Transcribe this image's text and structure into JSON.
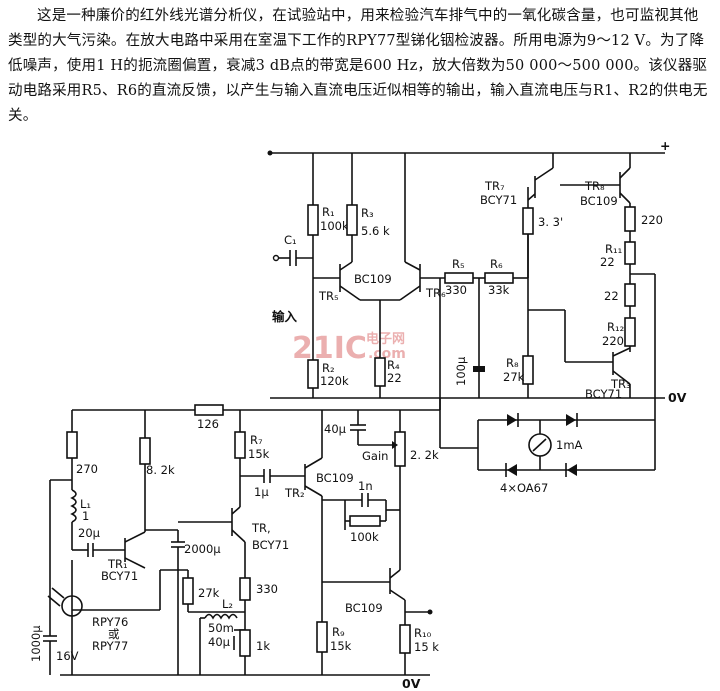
{
  "intro": {
    "text": "这是一种廉价的红外线光谱分析仪，在试验站中，用来检验汽车排气中的一氧化碳含量，也可监视其他类型的大气污染。在放大电路中采用在室温下工作的RPY77型锑化铟检波器。所用电源为9～12 V。为了降低噪声，使用1 H的扼流圈偏置，衰减3 dB点的带宽是600 Hz，放大倍数为50 000～500 000。该仪器驱动电路采用R5、R6的直流反馈，以产生与输入直流电压近似相等的输出，输入直流电压与R1、R2的供电无关。"
  },
  "schematic": {
    "top_rail": "+",
    "input_label": "输入",
    "zero_volt_right": "0V",
    "zero_volt_bottom": "0V",
    "watermark_main": "21IC",
    "watermark_sub": "电子网",
    "watermark_url": ".com",
    "upper": {
      "c1": "C₁",
      "r1": "R₁",
      "r1_val": "100k",
      "r2": "R₂",
      "r2_val": "120k",
      "r3": "R₃",
      "r3_val": "5.6 k",
      "r4": "R₄",
      "r4_val": "22",
      "tr_bc109": "BC109",
      "tr5": "TR₅",
      "tr6": "TR₆",
      "r5": "R₅",
      "r5_val": "330",
      "r6": "R₆",
      "r6_val": "33k",
      "cap_100u": "100μ",
      "r8": "R₈",
      "r8_val": "27k",
      "tr7": "TR₇",
      "tr7_type": "BCY71",
      "r_3_3": "3. 3'",
      "tr8": "TR₈",
      "tr8_type": "BC109",
      "r_220a": "220",
      "r11": "R₁₁",
      "r11_val": "22",
      "r_22": "22",
      "r12": "R₁₂",
      "r12_val": "220",
      "tr3": "TR₃",
      "tr3_type": "BCY71",
      "meter": "1mA",
      "diodes": "4×OA67"
    },
    "lower": {
      "r_126": "126",
      "r_270": "270",
      "r_8_2k": "8. 2k",
      "l1": "L₁",
      "l1_val": "1",
      "c_20u": "20μ",
      "tr1": "TR₁",
      "tr1_type": "BCY71",
      "detector_a": "RPY76",
      "detector_or": "或",
      "detector_b": "RPY77",
      "c_1000u": "1000μ",
      "v16": "16V",
      "c_2000u": "2000μ",
      "r_27k": "27k",
      "l2": "L₂",
      "c_50m": "50m",
      "c_40u_low": "40μ",
      "r_1k": "1k",
      "tr_lower": "TR,",
      "tr_lower_type": "BCY71",
      "r_330": "330",
      "c_1u": "1μ",
      "r7": "R₇",
      "r7_val": "15k",
      "tr2": "TR₂",
      "tr_bc109_a": "BC109",
      "c_40u": "40μ",
      "gain": "Gain",
      "r_2_2k": "2. 2k",
      "c_1n": "1n",
      "r_100k": "100k",
      "tr_bc109_b": "BC109",
      "r9": "R₉",
      "r9_val": "15k",
      "r10": "R₁₀",
      "r10_val": "15 k"
    }
  }
}
